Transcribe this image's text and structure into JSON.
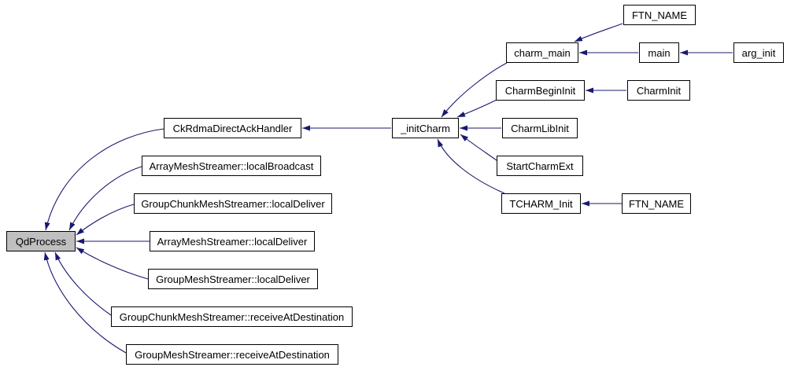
{
  "diagram": {
    "type": "call-graph",
    "background_color": "#ffffff",
    "edge_color": "#191970",
    "node_fill_color": "#ffffff",
    "node_border_color": "#000000",
    "highlighted_node_fill_color": "#bfbfbf",
    "text_color": "#000000"
  },
  "nodes": [
    {
      "id": "qdprocess",
      "label": "QdProcess",
      "highlighted": true
    },
    {
      "id": "ckrdma-direct-ack-handler",
      "label": "CkRdmaDirectAckHandler",
      "highlighted": false
    },
    {
      "id": "array-local-broadcast",
      "label": "ArrayMeshStreamer::localBroadcast",
      "highlighted": false
    },
    {
      "id": "groupchunk-local-deliver",
      "label": "GroupChunkMeshStreamer::localDeliver",
      "highlighted": false
    },
    {
      "id": "array-local-deliver",
      "label": "ArrayMeshStreamer::localDeliver",
      "highlighted": false
    },
    {
      "id": "group-local-deliver",
      "label": "GroupMeshStreamer::localDeliver",
      "highlighted": false
    },
    {
      "id": "groupchunk-receive",
      "label": "GroupChunkMeshStreamer::receiveAtDestination",
      "highlighted": false
    },
    {
      "id": "group-receive",
      "label": "GroupMeshStreamer::receiveAtDestination",
      "highlighted": false
    },
    {
      "id": "init-charm",
      "label": "_initCharm",
      "highlighted": false
    },
    {
      "id": "charm-main",
      "label": "charm_main",
      "highlighted": false
    },
    {
      "id": "ftn-name-top",
      "label": "FTN_NAME",
      "highlighted": false
    },
    {
      "id": "main",
      "label": "main",
      "highlighted": false
    },
    {
      "id": "arg-init",
      "label": "arg_init",
      "highlighted": false
    },
    {
      "id": "charm-begin-init",
      "label": "CharmBeginInit",
      "highlighted": false
    },
    {
      "id": "charm-init",
      "label": "CharmInit",
      "highlighted": false
    },
    {
      "id": "charm-lib-init",
      "label": "CharmLibInit",
      "highlighted": false
    },
    {
      "id": "start-charm-ext",
      "label": "StartCharmExt",
      "highlighted": false
    },
    {
      "id": "tcharm-init",
      "label": "TCHARM_Init",
      "highlighted": false
    },
    {
      "id": "ftn-name-bottom",
      "label": "FTN_NAME",
      "highlighted": false
    }
  ],
  "edges": [
    {
      "from": "CkRdmaDirectAckHandler",
      "to": "QdProcess"
    },
    {
      "from": "ArrayMeshStreamer::localBroadcast",
      "to": "QdProcess"
    },
    {
      "from": "GroupChunkMeshStreamer::localDeliver",
      "to": "QdProcess"
    },
    {
      "from": "ArrayMeshStreamer::localDeliver",
      "to": "QdProcess"
    },
    {
      "from": "GroupMeshStreamer::localDeliver",
      "to": "QdProcess"
    },
    {
      "from": "GroupChunkMeshStreamer::receiveAtDestination",
      "to": "QdProcess"
    },
    {
      "from": "GroupMeshStreamer::receiveAtDestination",
      "to": "QdProcess"
    },
    {
      "from": "_initCharm",
      "to": "CkRdmaDirectAckHandler"
    },
    {
      "from": "charm_main",
      "to": "_initCharm"
    },
    {
      "from": "CharmBeginInit",
      "to": "_initCharm"
    },
    {
      "from": "CharmLibInit",
      "to": "_initCharm"
    },
    {
      "from": "StartCharmExt",
      "to": "_initCharm"
    },
    {
      "from": "TCHARM_Init",
      "to": "_initCharm"
    },
    {
      "from": "FTN_NAME",
      "to": "charm_main"
    },
    {
      "from": "main",
      "to": "charm_main"
    },
    {
      "from": "arg_init",
      "to": "main"
    },
    {
      "from": "CharmInit",
      "to": "CharmBeginInit"
    },
    {
      "from": "FTN_NAME",
      "to": "TCHARM_Init"
    }
  ]
}
